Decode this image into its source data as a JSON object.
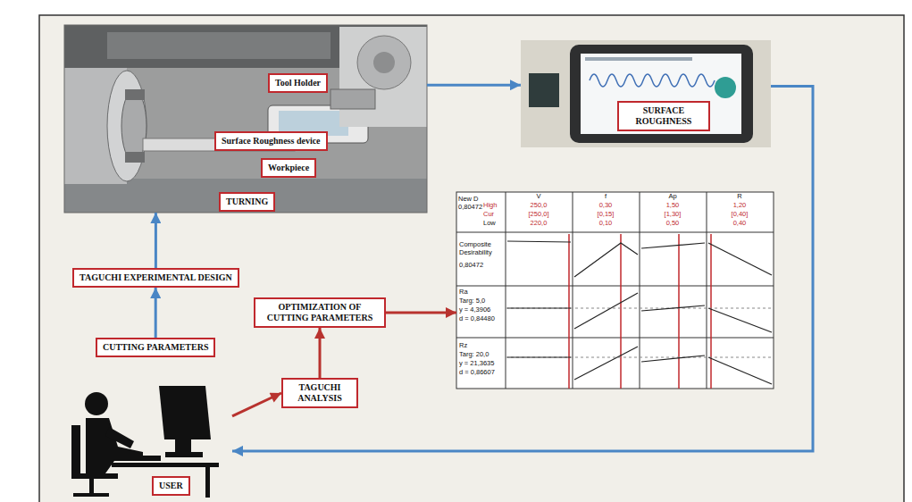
{
  "diagram": {
    "nodes": [
      {
        "text": [
          "TURNING"
        ]
      },
      {
        "text": [
          "Tool Holder"
        ],
        "in": 0
      },
      {
        "text": [
          "Surface Roughness device"
        ],
        "in": 0
      },
      {
        "text": [
          "Workpiece"
        ],
        "in": 0
      },
      {
        "text": [
          "SURFACE ROUGHNESS"
        ]
      },
      {
        "text": [
          "TAGUCHI EXPERIMENTAL DESIGN"
        ]
      },
      {
        "text": [
          "OPTIMIZATION OF CUTTING PARAMETERS"
        ]
      },
      {
        "text": [
          "New D 0,80472"
        ]
      },
      {
        "text": [
          "CUTTING PARAMETERS"
        ]
      },
      {
        "text": [
          "TAGUCHI ANALYSIS"
        ]
      },
      {
        "text": [
          "USER"
        ]
      }
    ],
    "edges": [
      {
        "from": 0,
        "to": 4,
        "arrow": "to"
      },
      {
        "from": 4,
        "to": 10,
        "arrow": "to"
      },
      {
        "from": 8,
        "to": 5,
        "arrow": "to"
      },
      {
        "from": 5,
        "to": 0,
        "arrow": "to"
      },
      {
        "from": 10,
        "to": 9,
        "arrow": "to"
      },
      {
        "from": 9,
        "to": 6,
        "arrow": "to"
      },
      {
        "from": 6,
        "to": 7,
        "arrow": "to"
      }
    ],
    "labels": [
      "High",
      "Cur",
      "Low",
      "V",
      "250,0",
      "[250,0]",
      "220,0",
      "f",
      "0,30",
      "[0,15]",
      "0,10",
      "Ap",
      "1,50",
      "[1,30]",
      "0,50",
      "R",
      "1,20",
      "[0,40]",
      "0,40",
      "Composite Desirability",
      "0,80472",
      "Ra",
      "Targ: 5,0",
      "y = 4,3906",
      "d = 0,84480",
      "Rz",
      "Targ: 20,0",
      "y = 21,3635",
      "d = 0,86607"
    ]
  }
}
